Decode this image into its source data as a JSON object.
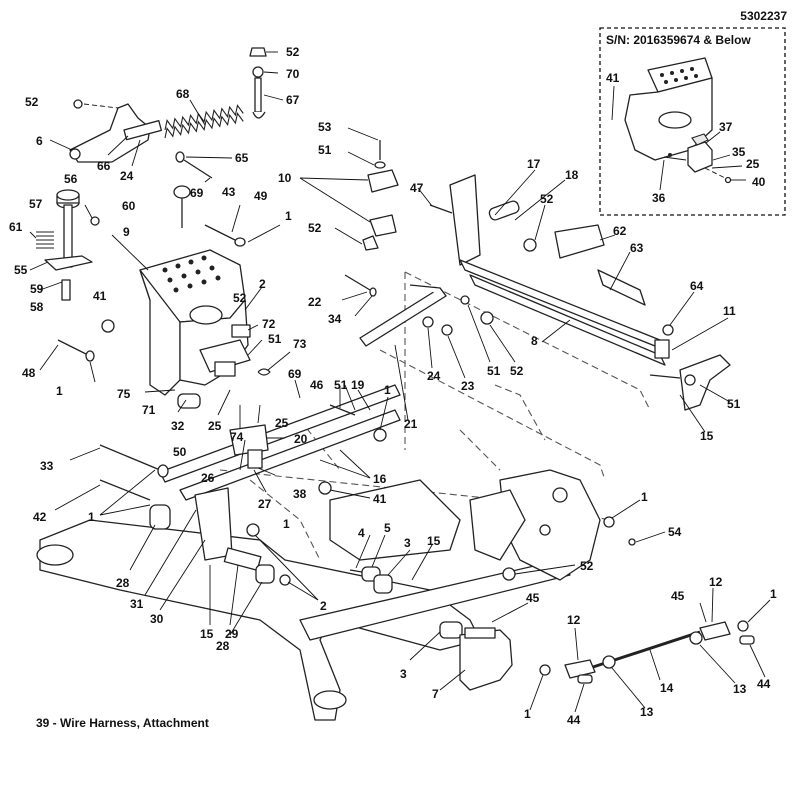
{
  "document_number": "5302237",
  "inset": {
    "title": "S/N: 2016359674 & Below",
    "callouts": [
      "41",
      "37",
      "35",
      "25",
      "36",
      "40"
    ]
  },
  "footnote": "39 - Wire Harness, Attachment",
  "callouts": [
    "52",
    "70",
    "52",
    "68",
    "67",
    "6",
    "66",
    "24",
    "65",
    "69",
    "53",
    "51",
    "10",
    "52",
    "56",
    "57",
    "60",
    "61",
    "55",
    "59",
    "58",
    "43",
    "49",
    "1",
    "9",
    "41",
    "2",
    "52",
    "72",
    "51",
    "73",
    "48",
    "1",
    "75",
    "71",
    "32",
    "25",
    "74",
    "69",
    "50",
    "25",
    "20",
    "26",
    "38",
    "27",
    "47",
    "17",
    "18",
    "52",
    "62",
    "63",
    "64",
    "11",
    "22",
    "34",
    "24",
    "23",
    "51",
    "52",
    "8",
    "21",
    "51",
    "15",
    "46",
    "51",
    "19",
    "1",
    "16",
    "41",
    "33",
    "42",
    "1",
    "1",
    "28",
    "31",
    "30",
    "15",
    "29",
    "28",
    "2",
    "4",
    "5",
    "3",
    "15",
    "52",
    "1",
    "54",
    "45",
    "12",
    "45",
    "12",
    "1",
    "3",
    "7",
    "1",
    "44",
    "13",
    "14",
    "13",
    "44"
  ]
}
